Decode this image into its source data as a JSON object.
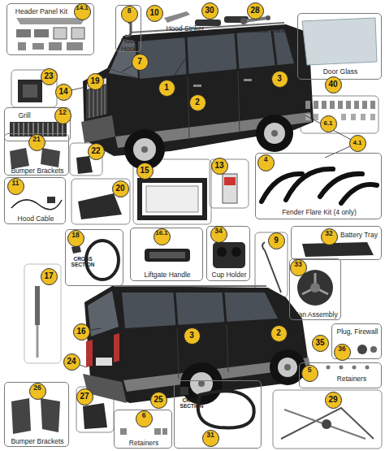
{
  "diagram": {
    "nodes": [
      {
        "text": [
          "Header Panel Kit"
        ]
      },
      {
        "text": [
          "14.1"
        ],
        "in": 0
      },
      {
        "text": [
          "Hood Hook"
        ]
      },
      {
        "text": [
          "8"
        ],
        "in": 2
      },
      {
        "text": [
          "10"
        ]
      },
      {
        "text": [
          "30"
        ]
      },
      {
        "text": [
          "28"
        ]
      },
      {
        "text": [
          "Door Glass"
        ]
      },
      {
        "text": [
          "7"
        ]
      },
      {
        "text": [
          "23"
        ]
      },
      {
        "text": [
          "3"
        ]
      },
      {
        "text": [
          "19"
        ]
      },
      {
        "text": [
          "40"
        ]
      },
      {
        "text": [
          "1"
        ]
      },
      {
        "text": [
          "14"
        ]
      },
      {
        "text": [
          "2"
        ]
      },
      {
        "text": [
          "Grill"
        ]
      },
      {
        "text": [
          "12"
        ],
        "in": 16
      },
      {
        "text": [
          "6.1"
        ]
      },
      {
        "text": [
          "Bumper Brackets"
        ]
      },
      {
        "text": [
          "21"
        ],
        "in": 19
      },
      {
        "text": [
          "4.1"
        ]
      },
      {
        "text": [
          "22"
        ]
      },
      {
        "text": [
          "Fender Flare Kit (4 only)"
        ]
      },
      {
        "text": [
          "4"
        ],
        "in": 23
      },
      {
        "text": [
          "13"
        ]
      },
      {
        "text": [
          "15"
        ]
      },
      {
        "text": [
          "Hood Cable"
        ]
      },
      {
        "text": [
          "11"
        ],
        "in": 27
      },
      {
        "text": [
          "20"
        ]
      },
      {
        "text": [
          "Battery Tray"
        ]
      },
      {
        "text": [
          "32"
        ],
        "in": 30
      },
      {
        "text": [
          "Cup Holder"
        ]
      },
      {
        "text": [
          "34"
        ],
        "in": 32
      },
      {
        "text": [
          "Liftgate Handle"
        ]
      },
      {
        "text": [
          "16.1"
        ],
        "in": 34
      },
      {
        "text": [
          "CROSS SECTION"
        ]
      },
      {
        "text": [
          "18"
        ],
        "in": 36
      },
      {
        "text": [
          "9"
        ]
      },
      {
        "text": [
          "Fan Assembly"
        ]
      },
      {
        "text": [
          "33"
        ],
        "in": 39
      },
      {
        "text": [
          "17"
        ]
      },
      {
        "text": [
          "16"
        ]
      },
      {
        "text": [
          "Plug, Firewall"
        ]
      },
      {
        "text": [
          "2"
        ]
      },
      {
        "text": [
          "3"
        ]
      },
      {
        "text": [
          "35"
        ]
      },
      {
        "text": [
          "36"
        ],
        "in": 43
      },
      {
        "text": [
          "24"
        ]
      },
      {
        "text": [
          "Retainers"
        ]
      },
      {
        "text": [
          "5"
        ],
        "in": 49
      },
      {
        "text": [
          "Bumper Brackets"
        ]
      },
      {
        "text": [
          "26"
        ],
        "in": 51
      },
      {
        "text": [
          "27"
        ]
      },
      {
        "text": [
          "29"
        ]
      },
      {
        "text": [
          "25"
        ]
      },
      {
        "text": [
          "Retainers"
        ]
      },
      {
        "text": [
          "6"
        ],
        "in": 56
      },
      {
        "text": [
          "CROSS SECTION"
        ]
      },
      {
        "text": [
          "31"
        ],
        "in": 58
      }
    ],
    "labels": [
      "Hood Striker",
      "Window Handle"
    ]
  }
}
